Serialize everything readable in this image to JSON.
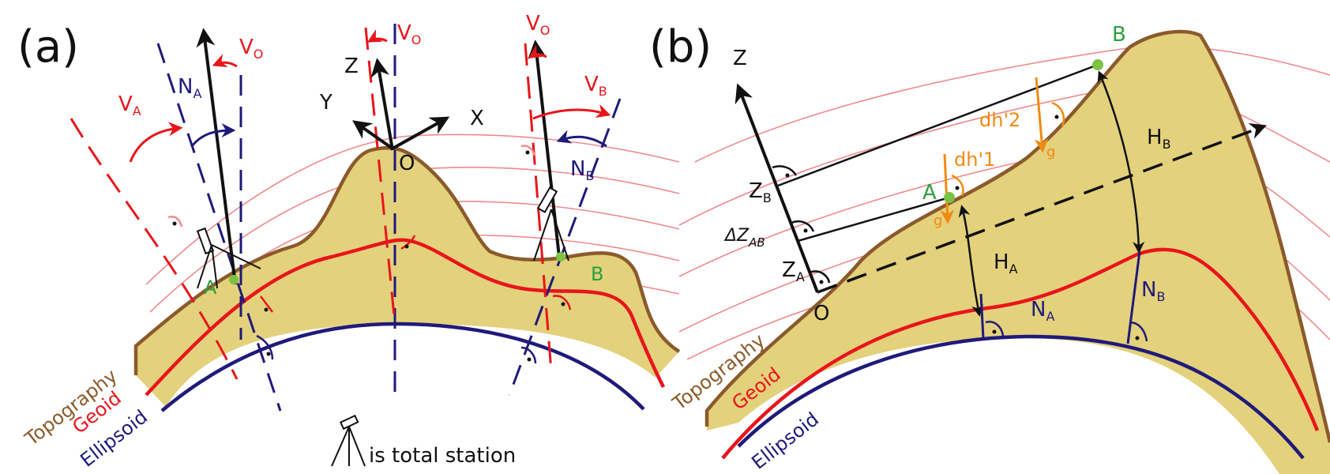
{
  "colors": {
    "topography": "#8B5A2B",
    "topography_fill": "#E3D17C",
    "geoid": "#E8151B",
    "ellipsoid": "#1F1A7A",
    "equipotential": "#EF8A8E",
    "orange": "#F08A12",
    "green": "#2E9E3F",
    "black": "#111111"
  },
  "panel_a": {
    "label": "(a)",
    "vo_1": "V",
    "vo_1_sub": "O",
    "vo_2": "V",
    "vo_2_sub": "O",
    "vo_3": "V",
    "vo_3_sub": "O",
    "va": "V",
    "va_sub": "A",
    "vb": "V",
    "vb_sub": "B",
    "na": "N",
    "na_sub": "A",
    "nb": "N",
    "nb_sub": "B",
    "z": "Z",
    "y": "Y",
    "x": "X",
    "o": "O",
    "a": "A",
    "b": "B",
    "topography": "Topography",
    "geoid": "Geoid",
    "ellipsoid": "Ellipsoid",
    "legend": "is total station"
  },
  "panel_b": {
    "label": "(b)",
    "z": "Z",
    "zb": "Z",
    "zb_sub": "B",
    "za": "Z",
    "za_sub": "A",
    "dz": "ΔZ",
    "dz_sub": "AB",
    "o": "O",
    "a": "A",
    "b": "B",
    "dh1": "dh'1",
    "dh2": "dh'2",
    "g1": "g",
    "g2": "g",
    "ha": "H",
    "ha_sub": "A",
    "hb": "H",
    "hb_sub": "B",
    "na": "N",
    "na_sub": "A",
    "nb": "N",
    "nb_sub": "B",
    "topography": "Topography",
    "geoid": "Geoid",
    "ellipsoid": "Ellipsoid"
  }
}
